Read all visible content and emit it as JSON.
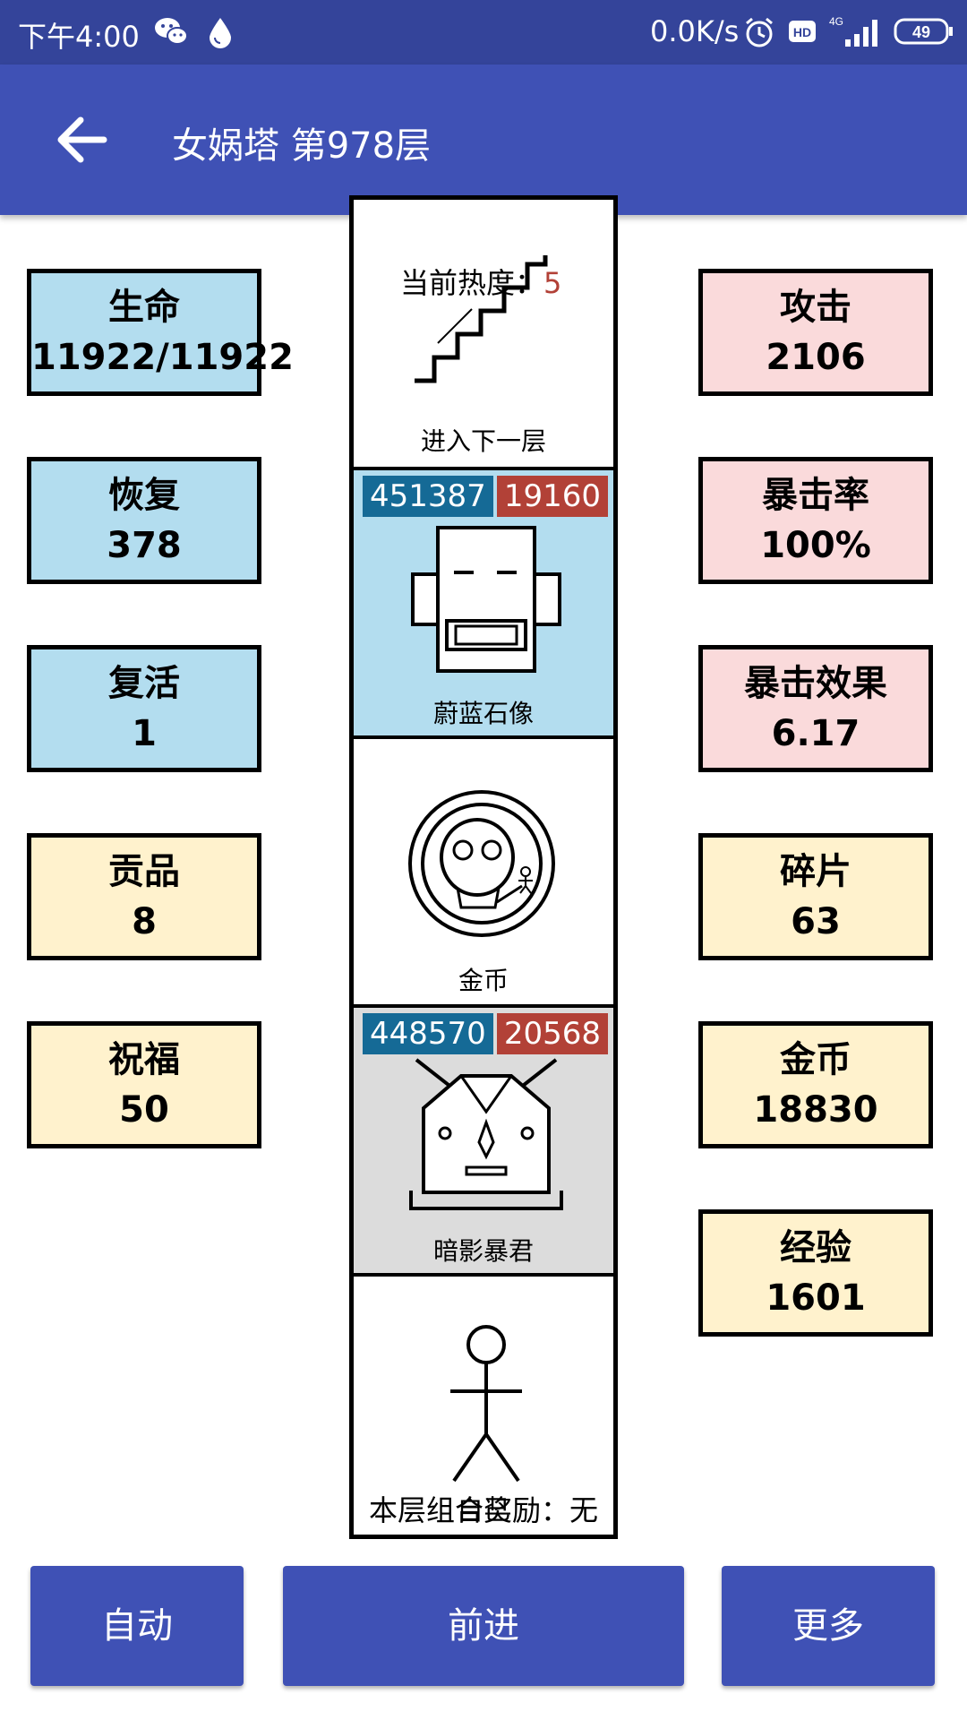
{
  "status_bar": {
    "time": "下午4:00",
    "speed": "0.0K/s",
    "hd": "HD",
    "network": "4G",
    "battery": "49",
    "icons": [
      "wechat-icon",
      "drop-icon",
      "alarm-icon",
      "hd-icon",
      "signal-icon",
      "battery-icon"
    ]
  },
  "appbar": {
    "title": "女娲塔 第978层"
  },
  "left_stats": [
    {
      "label": "生命",
      "value": "11922/11922"
    },
    {
      "label": "恢复",
      "value": "378"
    },
    {
      "label": "复活",
      "value": "1"
    },
    {
      "label": "贡品",
      "value": "8"
    },
    {
      "label": "祝福",
      "value": "50"
    }
  ],
  "right_stats": [
    {
      "label": "攻击",
      "value": "2106"
    },
    {
      "label": "暴击率",
      "value": "100%"
    },
    {
      "label": "暴击效果",
      "value": "6.17"
    },
    {
      "label": "碎片",
      "value": "63"
    },
    {
      "label": "金币",
      "value": "18830"
    },
    {
      "label": "经验",
      "value": "1601"
    }
  ],
  "tower": {
    "heat_label": "当前热度：",
    "heat_value": "5",
    "stairs_label": "进入下一层",
    "enemy1": {
      "name": "蔚蓝石像",
      "hp": "451387",
      "atk": "19160"
    },
    "coin_label": "金币",
    "enemy2": {
      "name": "暗影暴君",
      "hp": "448570",
      "atk": "20568"
    },
    "player_label": "自己",
    "reward_text": "本层组合奖励：无"
  },
  "buttons": {
    "auto": "自动",
    "forward": "前进",
    "more": "更多"
  },
  "colors": {
    "primary": "#3f51b5",
    "status": "#34449a",
    "blue_stat": "#b3ddef",
    "pink_stat": "#fadadb",
    "yellow_stat": "#fff2cd"
  }
}
